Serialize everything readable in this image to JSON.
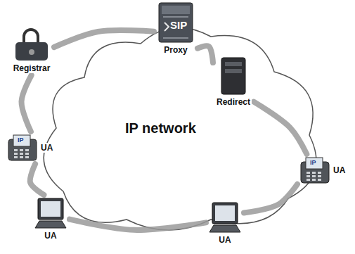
{
  "diagram": {
    "nodes": [
      {
        "text": [
          "Proxy"
        ]
      },
      {
        "text": [
          "Registrar"
        ]
      },
      {
        "text": [
          "Redirect"
        ]
      },
      {
        "text": [
          "UA"
        ]
      },
      {
        "text": [
          "UA"
        ]
      },
      {
        "text": [
          "UA"
        ]
      },
      {
        "text": [
          "UA"
        ]
      }
    ],
    "edges": [
      {
        "from": 0,
        "to": 2,
        "arrow": "none"
      },
      {
        "from": 2,
        "to": 4,
        "arrow": "none"
      },
      {
        "from": 4,
        "to": 6,
        "arrow": "none"
      },
      {
        "from": 6,
        "to": 5,
        "arrow": "none"
      },
      {
        "from": 5,
        "to": 3,
        "arrow": "none"
      },
      {
        "from": 3,
        "to": 1,
        "arrow": "none"
      },
      {
        "from": 1,
        "to": 0,
        "arrow": "none"
      }
    ],
    "labels": [
      "IP network",
      "SIP",
      "IP",
      "IP"
    ]
  }
}
